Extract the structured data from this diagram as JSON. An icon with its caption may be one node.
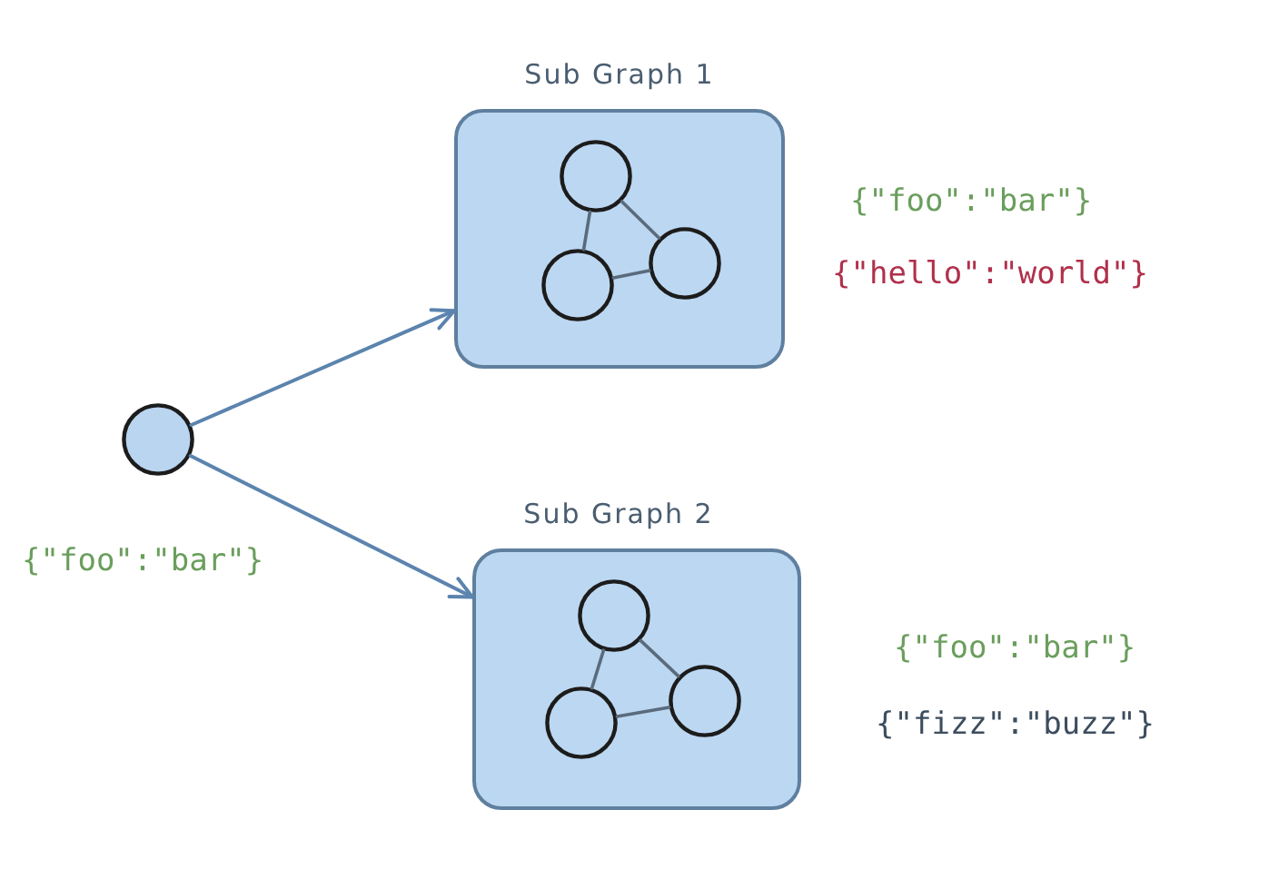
{
  "diagram": {
    "nodes": [
      {
        "text": [],
        "shape": "circle",
        "beside": [
          "{\"foo\":\"bar\"}"
        ]
      },
      {
        "text": [
          "Sub Graph 1"
        ],
        "beside": [
          "{\"foo\":\"bar\"}",
          "{\"hello\":\"world\"}"
        ]
      },
      {
        "text": [],
        "shape": "circle",
        "in": 1
      },
      {
        "text": [],
        "shape": "circle",
        "in": 1
      },
      {
        "text": [],
        "shape": "circle",
        "in": 1
      },
      {
        "text": [
          "Sub Graph 2"
        ],
        "beside": [
          "{\"foo\":\"bar\"}",
          "{\"fizz\":\"buzz\"}"
        ]
      },
      {
        "text": [],
        "shape": "circle",
        "in": 5
      },
      {
        "text": [],
        "shape": "circle",
        "in": 5
      },
      {
        "text": [],
        "shape": "circle",
        "in": 5
      }
    ],
    "edges": [
      {
        "from": 0,
        "to": 1,
        "arrow": "to",
        "color": "#5b84ae"
      },
      {
        "from": 0,
        "to": 5,
        "arrow": "to",
        "color": "#5b84ae"
      },
      {
        "from": 2,
        "to": 3,
        "arrow": "none"
      },
      {
        "from": 2,
        "to": 4,
        "arrow": "none"
      },
      {
        "from": 3,
        "to": 4,
        "arrow": "none"
      },
      {
        "from": 6,
        "to": 7,
        "arrow": "none"
      },
      {
        "from": 6,
        "to": 8,
        "arrow": "none"
      },
      {
        "from": 7,
        "to": 8,
        "arrow": "none"
      }
    ]
  }
}
